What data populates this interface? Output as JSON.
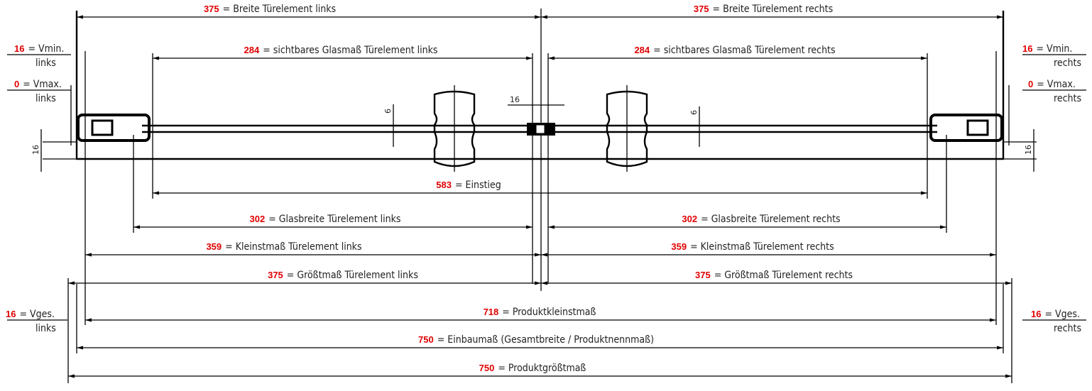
{
  "dimensions": [
    {
      "id": "breite-links",
      "value": "375",
      "label": "= Breite Türelement links"
    },
    {
      "id": "breite-rechts",
      "value": "375",
      "label": "= Breite Türelement rechts"
    },
    {
      "id": "glasmass-links",
      "value": "284",
      "label": "= sichtbares Glasmaß Türelement links"
    },
    {
      "id": "glasmass-rechts",
      "value": "284",
      "label": "= sichtbares Glasmaß Türelement rechts"
    },
    {
      "id": "einstieg",
      "value": "583",
      "label": "= Einstieg"
    },
    {
      "id": "glasbreite-links",
      "value": "302",
      "label": "= Glasbreite Türelement links"
    },
    {
      "id": "glasbreite-rechts",
      "value": "302",
      "label": "= Glasbreite Türelement rechts"
    },
    {
      "id": "kleinstmass-links",
      "value": "359",
      "label": "= Kleinstmaß Türelement links"
    },
    {
      "id": "kleinstmass-rechts",
      "value": "359",
      "label": "= Kleinstmaß Türelement rechts"
    },
    {
      "id": "groesstmass-links",
      "value": "375",
      "label": "= Größtmaß Türelement links"
    },
    {
      "id": "groesstmass-rechts",
      "value": "375",
      "label": "= Größtmaß Türelement rechts"
    },
    {
      "id": "produktkleinstmass",
      "value": "718",
      "label": "= Produktkleinstmaß"
    },
    {
      "id": "einbaumass",
      "value": "750",
      "label": "= Einbaumaß (Gesamtbreite / Produktnennmaß)"
    },
    {
      "id": "produktgroesstmass",
      "value": "750",
      "label": "= Produktgrößtmaß"
    }
  ],
  "side_labels": [
    {
      "id": "vmin-links",
      "value": "16",
      "label": "= Vmin.",
      "sub": "links"
    },
    {
      "id": "vmax-links",
      "value": "0",
      "label": "= Vmax.",
      "sub": "links"
    },
    {
      "id": "vges-links",
      "value": "16",
      "label": "= Vges.",
      "sub": "links"
    },
    {
      "id": "vmin-rechts",
      "value": "16",
      "label": "= Vmin.",
      "sub": "rechts"
    },
    {
      "id": "vmax-rechts",
      "value": "0",
      "label": "= Vmax.",
      "sub": "rechts"
    },
    {
      "id": "vges-rechts",
      "value": "16",
      "label": "= Vges.",
      "sub": "rechts"
    }
  ],
  "small_dims": {
    "gap": "16",
    "glass_left": "6",
    "glass_right": "6",
    "track_left": "16",
    "track_right": "16"
  },
  "colors": {
    "value": "#e00000",
    "line": "#000000"
  }
}
